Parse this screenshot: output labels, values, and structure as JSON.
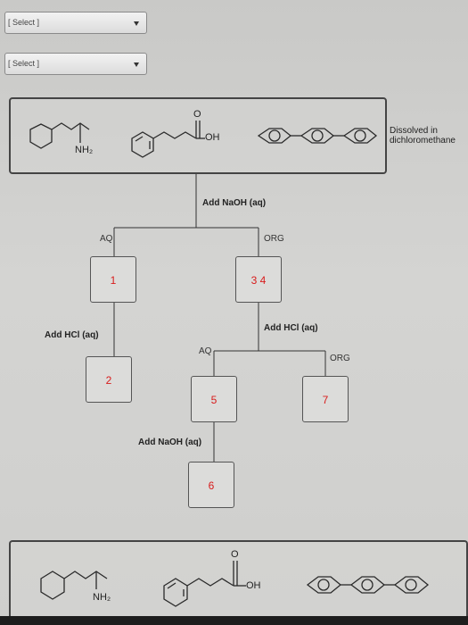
{
  "selects": [
    {
      "value": "[ Select ]"
    },
    {
      "value": "[ Select ]"
    }
  ],
  "top_panel": {
    "nh2": "NH₂",
    "oh": "OH",
    "o": "O",
    "dissolved_line1": "Dissolved in",
    "dissolved_line2": "dichloromethane"
  },
  "flowchart": {
    "step1": "Add NaOH (aq)",
    "left_layer": "AQ",
    "right_layer": "ORG",
    "box1": "1",
    "box34": "3  4",
    "step_left": "Add HCl (aq)",
    "step_right": "Add HCl (aq)",
    "box2": "2",
    "aq2": "AQ",
    "org2": "ORG",
    "box5": "5",
    "box7": "7",
    "step_naoh2": "Add NaOH (aq)",
    "box6": "6"
  },
  "bottom_panel": {
    "nh2": "NH₂",
    "oh": "OH",
    "o": "O"
  },
  "colors": {
    "box_number": "#d81b1b",
    "taskbar": "#1d1d1d"
  }
}
